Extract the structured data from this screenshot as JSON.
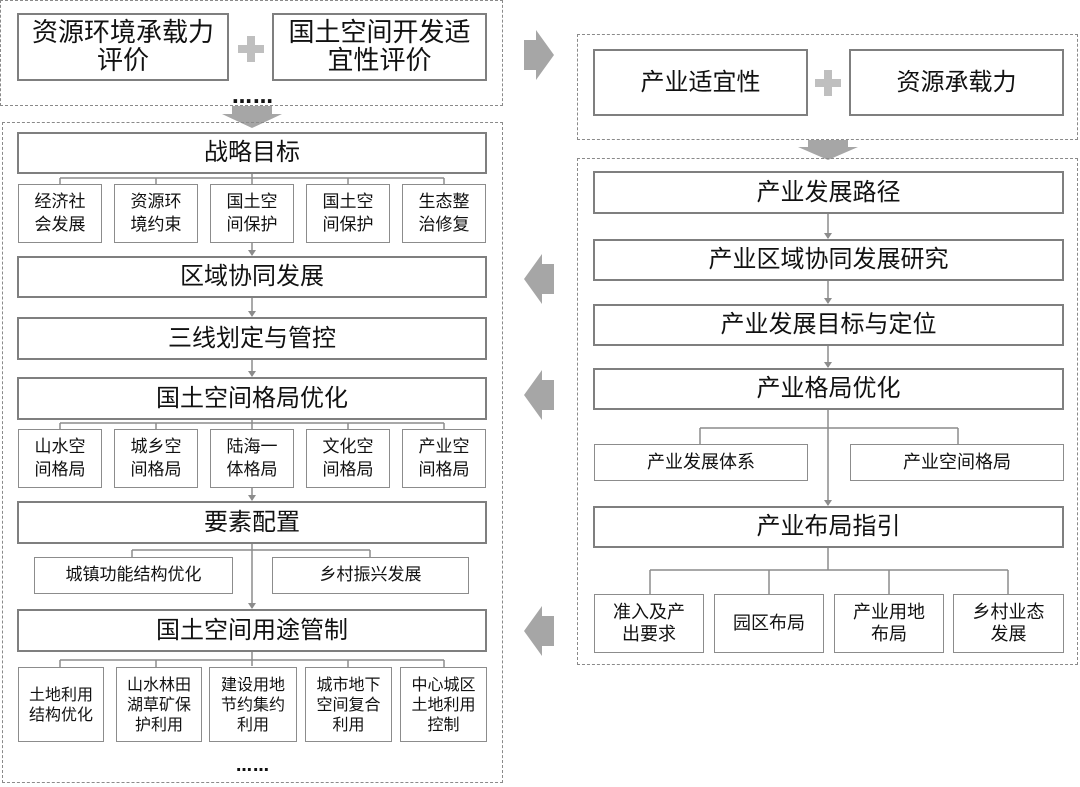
{
  "top_left": {
    "box1": "资源环境承载力\n评价",
    "box2": "国土空间开发适\n宜性评价",
    "ellipsis": "……"
  },
  "left_panel": {
    "main_steps": {
      "strategy": "战略目标",
      "regional": "区域协同发展",
      "three_lines": "三线划定与管控",
      "pattern": "国土空间格局优化",
      "elements": "要素配置",
      "usage": "国土空间用途管制"
    },
    "strategy_items": [
      "经济社\n会发展",
      "资源环\n境约束",
      "国土空\n间保护",
      "国土空\n间保护",
      "生态整\n治修复"
    ],
    "pattern_items": [
      "山水空\n间格局",
      "城乡空\n间格局",
      "陆海一\n体格局",
      "文化空\n间格局",
      "产业空\n间格局"
    ],
    "element_items": [
      "城镇功能结构优化",
      "乡村振兴发展"
    ],
    "usage_items": [
      "土地利用\n结构优化",
      "山水林田\n湖草矿保\n护利用",
      "建设用地\n节约集约\n利用",
      "城市地下\n空间复合\n利用",
      "中心城区\n土地利用\n控制"
    ],
    "ellipsis": "……"
  },
  "top_right": {
    "box1": "产业适宜性",
    "box2": "资源承载力"
  },
  "right_panel": {
    "path": "产业发展路径",
    "regional": "产业区域协同发展研究",
    "goal": "产业发展目标与定位",
    "pattern": "产业格局优化",
    "pattern_items": [
      "产业发展体系",
      "产业空间格局"
    ],
    "layout": "产业布局指引",
    "layout_items": [
      "准入及产\n出要求",
      "园区布局",
      "产业用地\n布局",
      "乡村业态\n发展"
    ]
  },
  "colors": {
    "border": "#7f7f7f",
    "arrow": "#a6a6a6",
    "connector": "#8c8c8c"
  }
}
